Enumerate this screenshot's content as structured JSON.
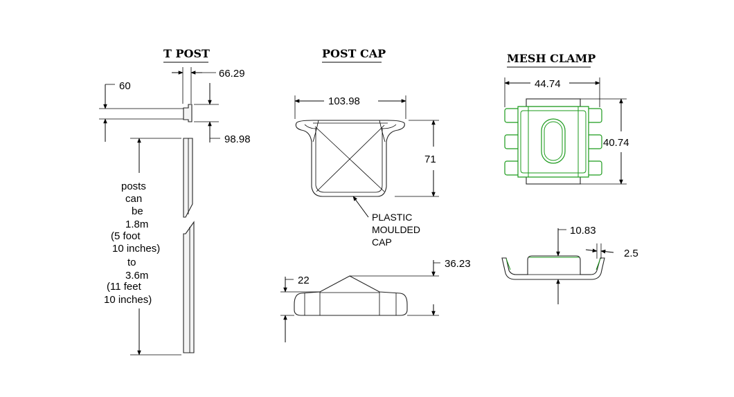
{
  "sections": {
    "t_post": {
      "title": "T POST",
      "dim_flange": "60",
      "dim_width": "66.29",
      "dim_depth": "98.98",
      "length_note": [
        "posts",
        "can",
        "be",
        "1.8m",
        "(5 foot",
        "10 inches)",
        "to",
        "3.6m",
        "(11 feet",
        "10 inches)"
      ]
    },
    "post_cap": {
      "title": "POST CAP",
      "dim_width": "103.98",
      "dim_height": "71",
      "label": [
        "PLASTIC",
        "MOULDED",
        "CAP"
      ],
      "dim_peak": "22",
      "dim_total_height": "36.23"
    },
    "mesh_clamp": {
      "title": "MESH CLAMP",
      "dim_width": "44.74",
      "dim_height": "40.74",
      "dim_depth": "10.83",
      "dim_thickness": "2.5",
      "accent_color": "#1a9a1a"
    }
  }
}
